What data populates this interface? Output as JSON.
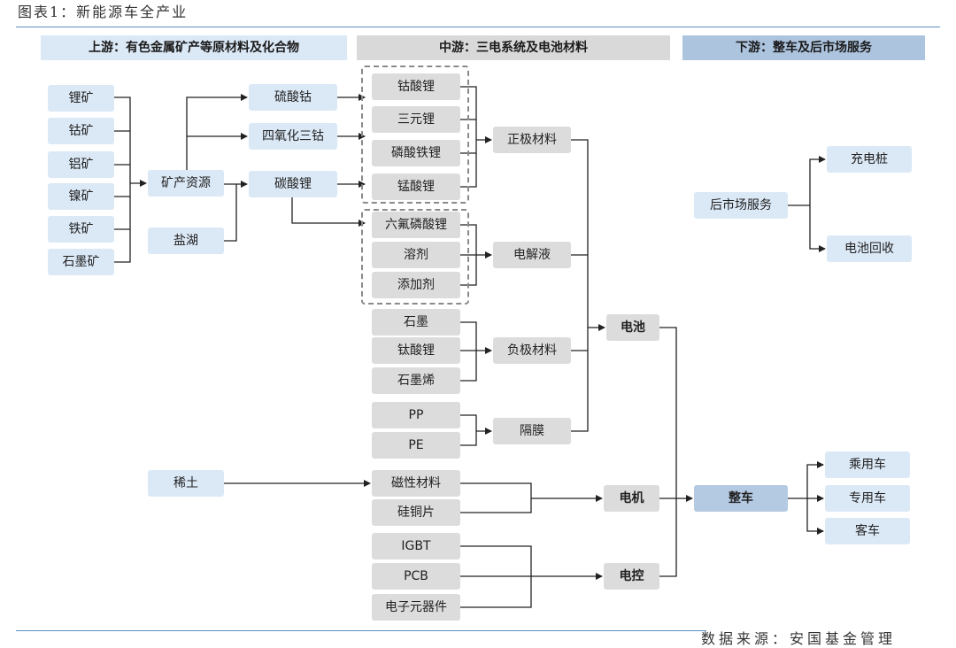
{
  "caption": "图表1：新能源车全产业",
  "source": "数据来源：安国基金管理",
  "headers": {
    "upstream": "上游：有色金属矿产等原材料及化合物",
    "midstream": "中游：三电系统及电池材料",
    "downstream": "下游：整车及后市场服务"
  },
  "minerals": [
    "锂矿",
    "钴矿",
    "铝矿",
    "镍矿",
    "铁矿",
    "石墨矿"
  ],
  "mineral_resources": "矿产资源",
  "salt_lake": "盐湖",
  "rare_earth": "稀土",
  "compounds": [
    "硫酸钴",
    "四氧化三钴",
    "碳酸锂"
  ],
  "cathode_inputs": [
    "钴酸锂",
    "三元锂",
    "磷酸铁锂",
    "锰酸锂"
  ],
  "electrolyte_inputs": [
    "六氟磷酸锂",
    "溶剂",
    "添加剂"
  ],
  "anode_inputs": [
    "石墨",
    "钛酸锂",
    "石墨烯"
  ],
  "separator_inputs": [
    "PP",
    "PE"
  ],
  "motor_inputs": [
    "磁性材料",
    "硅铜片"
  ],
  "control_inputs": [
    "IGBT",
    "PCB",
    "电子元器件"
  ],
  "materials": {
    "cathode": "正极材料",
    "electrolyte": "电解液",
    "anode": "负极材料",
    "separator": "隔膜"
  },
  "systems": {
    "battery": "电池",
    "motor": "电机",
    "control": "电控"
  },
  "vehicle": "整车",
  "vehicle_types": [
    "乘用车",
    "专用车",
    "客车"
  ],
  "aftermarket": "后市场服务",
  "aftermarket_items": [
    "充电桩",
    "电池回收"
  ]
}
